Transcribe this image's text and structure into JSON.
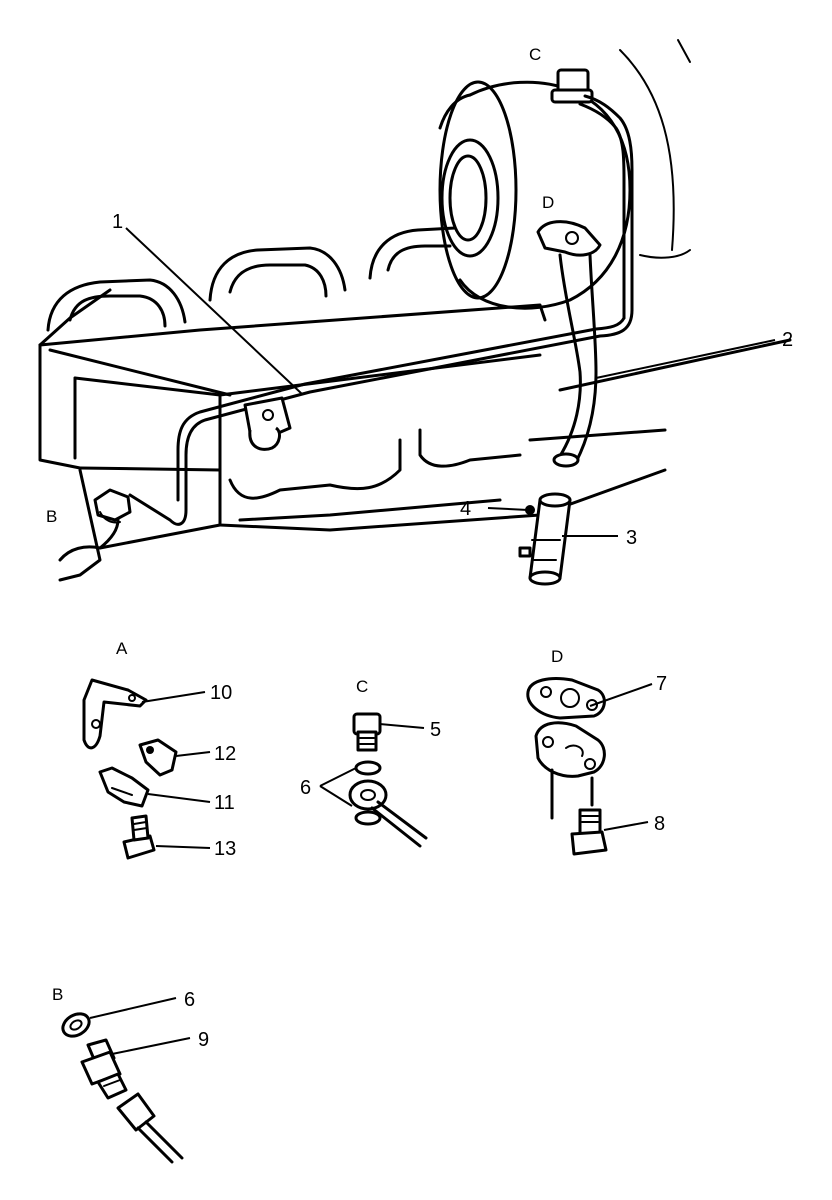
{
  "callouts": {
    "c1": "1",
    "c2": "2",
    "c3": "3",
    "c4": "4",
    "c5": "5",
    "c6a": "6",
    "c6b": "6",
    "c7": "7",
    "c8": "8",
    "c9": "9",
    "c10": "10",
    "c11": "11",
    "c12": "12",
    "c13": "13"
  },
  "sections": {
    "main_b": "B",
    "main_c": "C",
    "main_d": "D",
    "detail_a": "A",
    "detail_c": "C",
    "detail_d": "D",
    "detail_b": "B"
  }
}
